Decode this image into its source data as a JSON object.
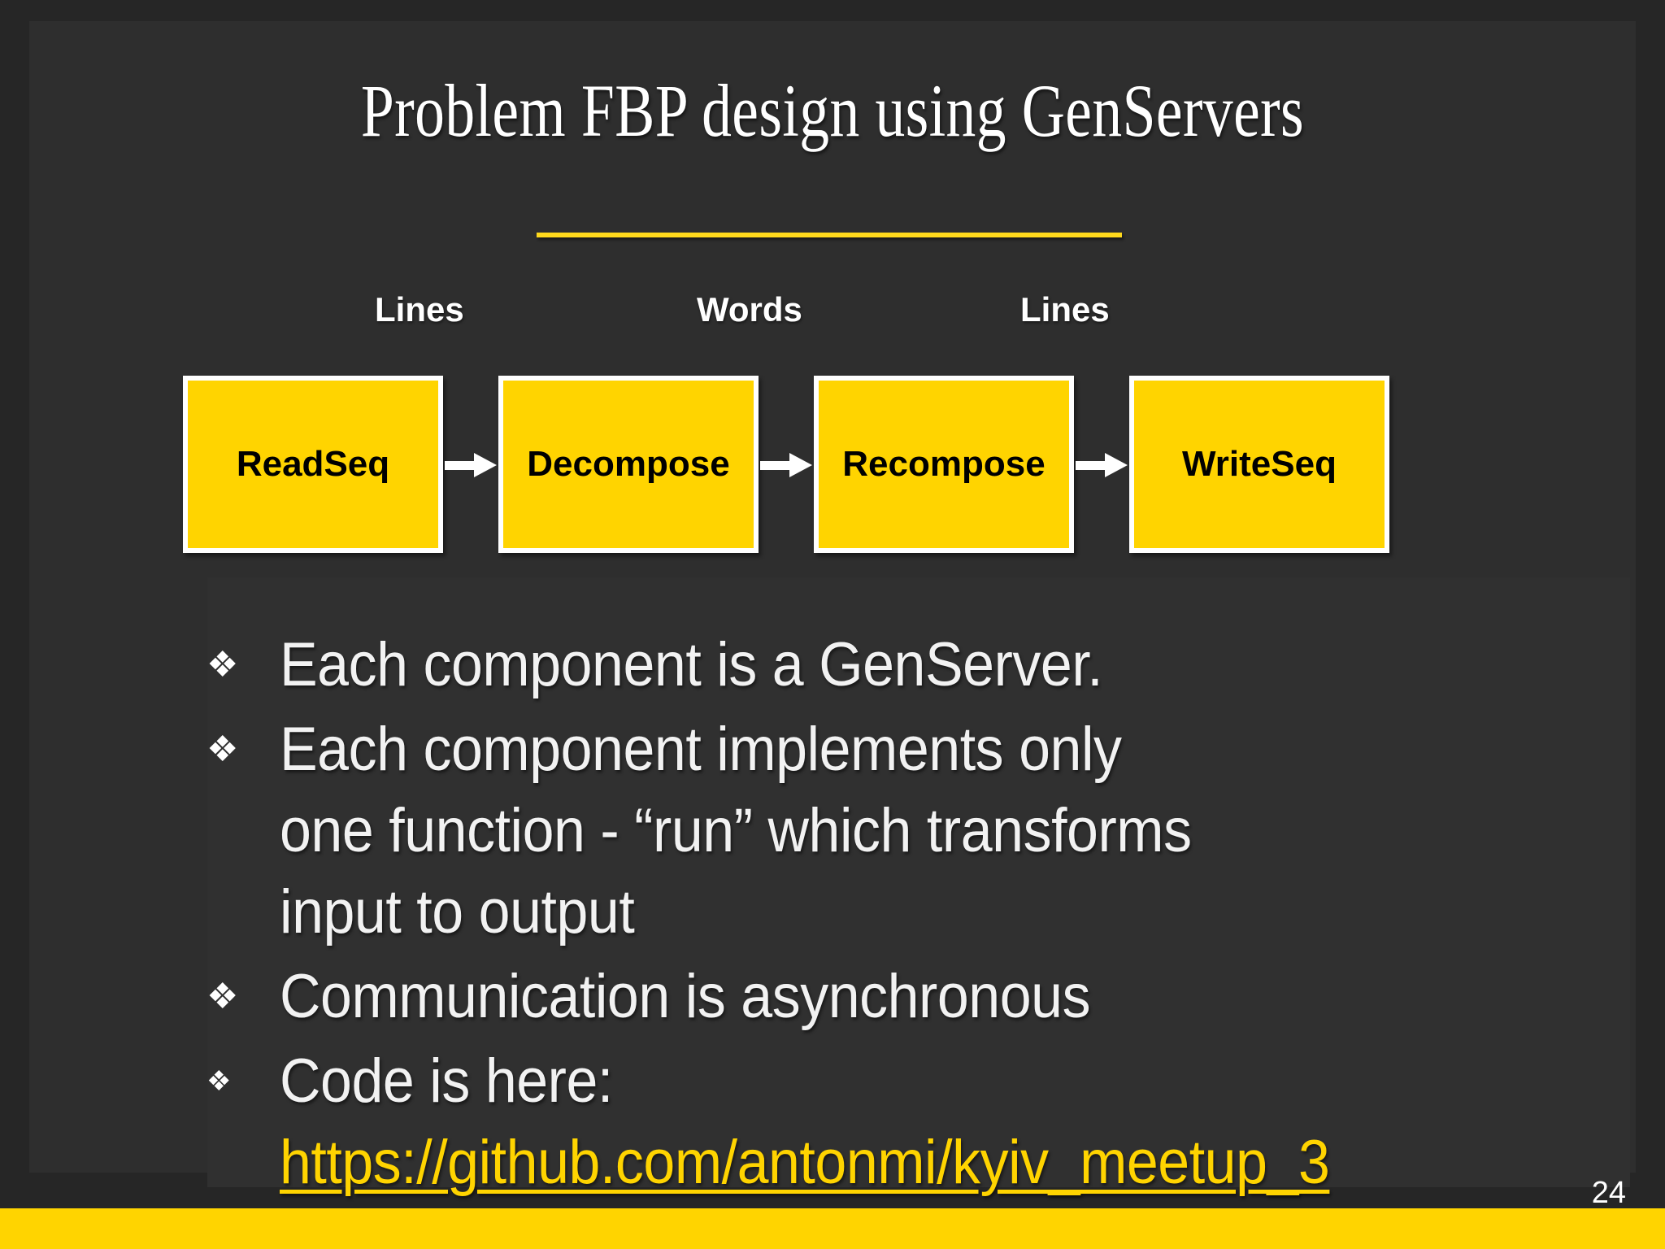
{
  "slide": {
    "title": "Problem FBP design using GenServers",
    "page_number": "24",
    "colors": {
      "background": "#2e2e2e",
      "frame": "#262626",
      "accent_yellow": "#FFD400",
      "rule_yellow": "#FFD91C",
      "text_white": "#f2f2f2",
      "box_text_black": "#000000"
    }
  },
  "diagram": {
    "edge_labels": [
      {
        "text": "Lines"
      },
      {
        "text": "Words"
      },
      {
        "text": "Lines"
      }
    ],
    "boxes": [
      {
        "label": "ReadSeq"
      },
      {
        "label": "Decompose"
      },
      {
        "label": "Recompose"
      },
      {
        "label": "WriteSeq"
      }
    ],
    "arrows": [
      {
        "name": "arrow-readseq-to-decompose"
      },
      {
        "name": "arrow-decompose-to-recompose"
      },
      {
        "name": "arrow-recompose-to-writeseq"
      }
    ]
  },
  "bullets": {
    "marker_glyph": "❖",
    "items": [
      {
        "lines": [
          "Each component is a GenServer."
        ]
      },
      {
        "lines": [
          "Each component implements only",
          "one function - “run” which transforms",
          "input to output"
        ]
      },
      {
        "lines": [
          "Communication is asynchronous"
        ]
      },
      {
        "lines": [
          "Code is here:"
        ],
        "link": "https://github.com/antonmi/kyiv_meetup_3"
      }
    ]
  }
}
